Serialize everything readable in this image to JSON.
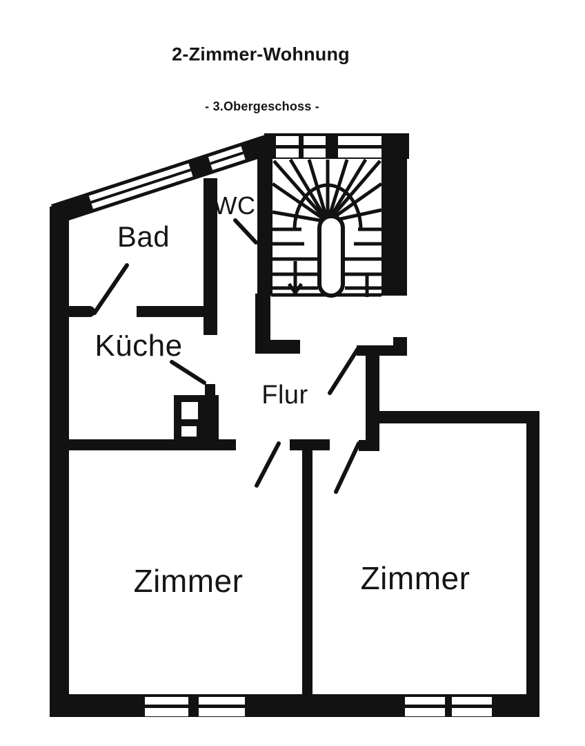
{
  "header": {
    "title": "2-Zimmer-Wohnung",
    "subtitle": "- 3.Obergeschoss -"
  },
  "rooms": {
    "bad": {
      "label": "Bad"
    },
    "wc": {
      "label": "WC"
    },
    "kueche": {
      "label": "Küche"
    },
    "flur": {
      "label": "Flur"
    },
    "zimmer_links": {
      "label": "Zimmer"
    },
    "zimmer_rechts": {
      "label": "Zimmer"
    }
  },
  "colors": {
    "wall": "#121212",
    "background": "#ffffff"
  }
}
